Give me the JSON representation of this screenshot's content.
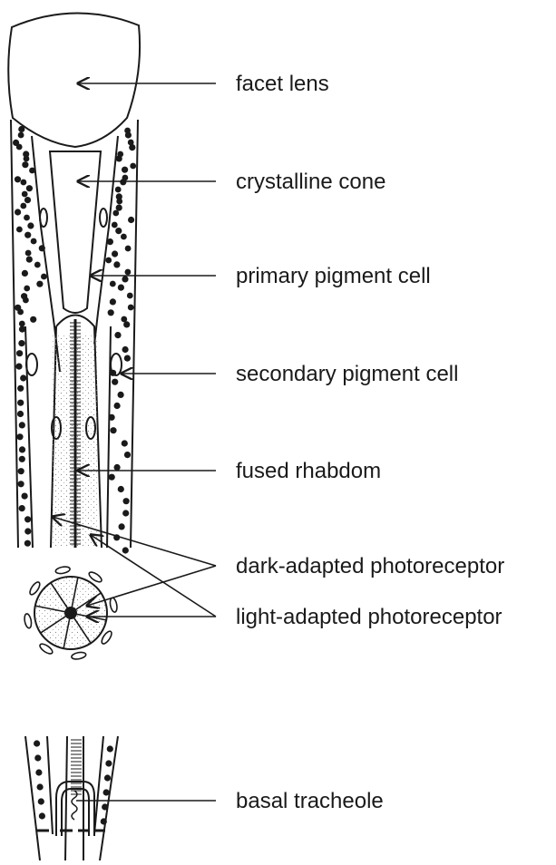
{
  "labels": {
    "facet_lens": "facet lens",
    "crystalline_cone": "crystalline cone",
    "primary_pigment_cell": "primary pigment cell",
    "secondary_pigment_cell": "secondary pigment cell",
    "fused_rhabdom": "fused rhabdom",
    "dark_adapted_photoreceptor": "dark-adapted photoreceptor",
    "light_adapted_photoreceptor": "light-adapted photoreceptor",
    "basal_tracheole": "basal tracheole"
  },
  "colors": {
    "ink": "#1a1a1a",
    "background": "#ffffff",
    "stipple": "#8a8a8a"
  }
}
